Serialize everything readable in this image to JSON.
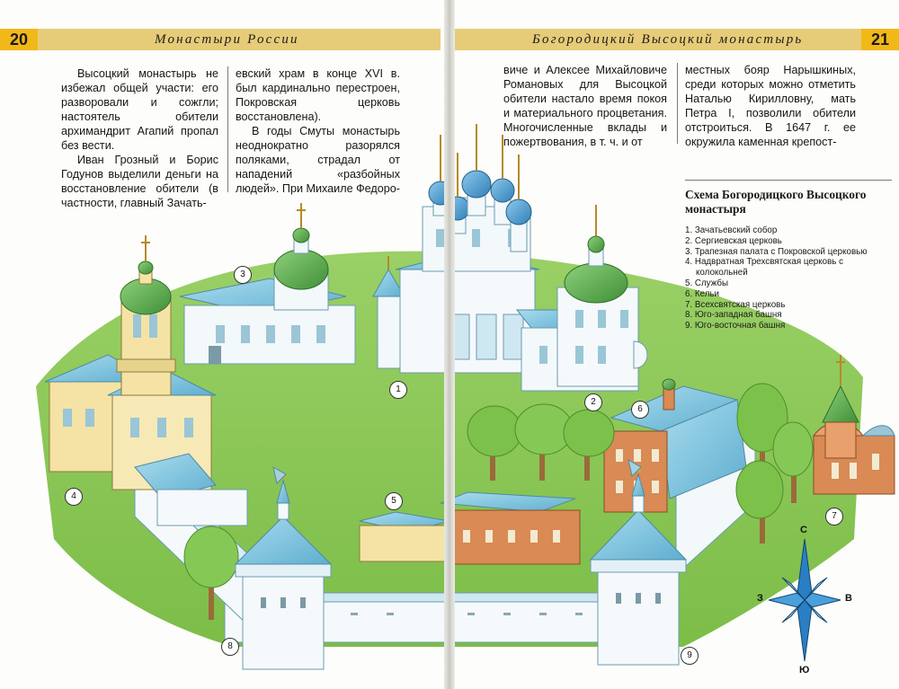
{
  "left_page": {
    "folio": "20",
    "running_title": "Монастыри России",
    "col1": [
      "Высоцкий монастырь не избежал общей участи: его разворовали и сожгли; настоятель обители архимандрит Агапий пропал без вести.",
      "Иван Грозный и Борис Годунов выделили деньги на восстановление обители (в частности, главный Зачать-"
    ],
    "col2": [
      "евский храм в конце XVI в. был кардинально перестроен, Покровская церковь восстановлена).",
      "В годы Смуты монастырь неоднократно разорялся поляками, страдал от нападений «разбойных людей». При Михаиле Федоро-"
    ]
  },
  "right_page": {
    "folio": "21",
    "running_title": "Богородицкий Высоцкий монастырь",
    "col1": [
      "виче и Алексее Михайловиче Романовых для Высоцкой обители настало время покоя и материального процветания. Многочисленные вклады и пожертвования, в т. ч. и от"
    ],
    "col2": [
      "местных бояр Нарышкиных, среди которых можно отметить Наталью Кирилловну, мать Петра I, позволили обители отстроиться. В 1647 г. ее окружила каменная крепост-"
    ]
  },
  "scheme": {
    "title": "Схема Богородицкого Высоцкого монастыря",
    "items": [
      "1. Зачатьевский собор",
      "2. Сергиевская церковь",
      "3. Трапезная палата с Покровской церковью",
      "4. Надвратная Трехсвятская церковь с колокольней",
      "5. Службы",
      "6. Кельи",
      "7. Всехсвятская церковь",
      "8. Юго-западная башня",
      "9. Юго-восточная башня"
    ]
  },
  "callouts": [
    "1",
    "2",
    "3",
    "4",
    "5",
    "6",
    "7",
    "8",
    "9"
  ],
  "compass": {
    "north": "С",
    "south": "Ю",
    "west": "З",
    "east": "В"
  },
  "colors": {
    "header_band": "#e6cc78",
    "folio_box": "#f2b818",
    "grass": "#8fc95a",
    "roof": "#7cc4de",
    "wall_yellow": "#f4e3a4",
    "brick": "#d98a55",
    "dome_green": "#5aa648",
    "dome_blue": "#3b8fc6"
  }
}
